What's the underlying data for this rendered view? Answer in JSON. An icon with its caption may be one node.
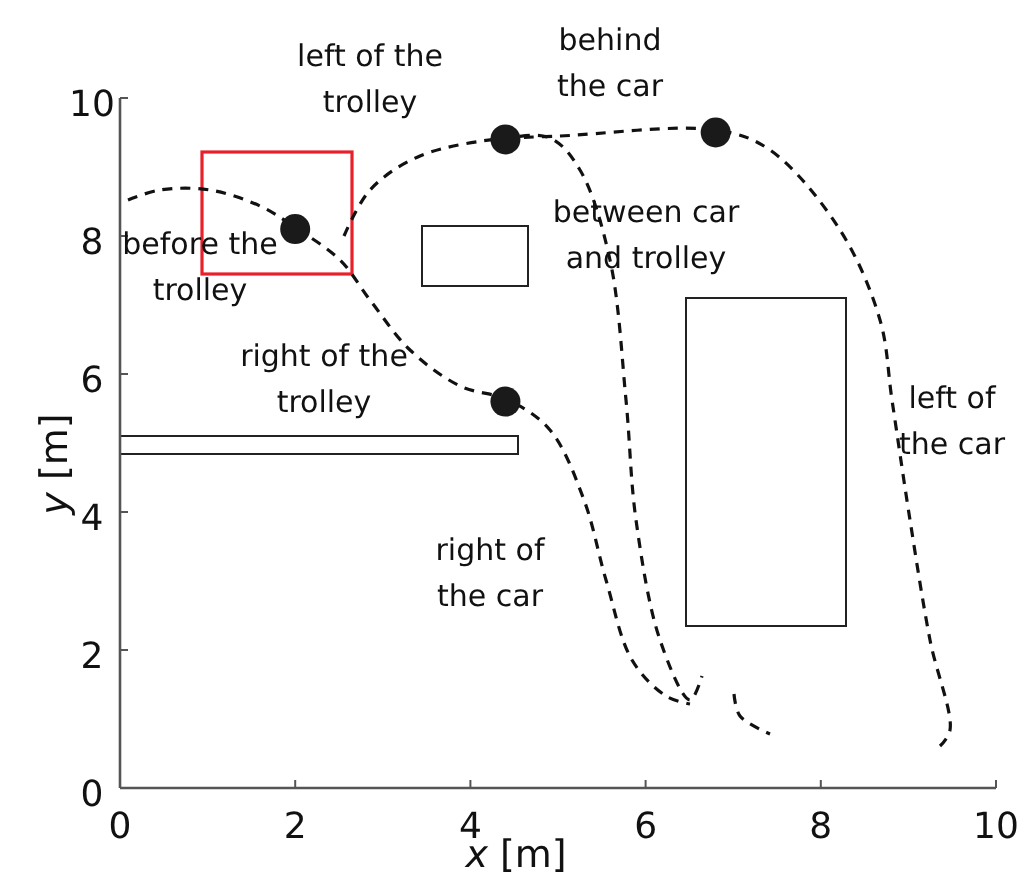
{
  "diagram": {
    "chart_data": {
      "type": "scatter",
      "xlabel": "*x* [m]",
      "ylabel": "*y* [m]",
      "x": [
        2.0,
        4.4,
        6.8,
        4.4
      ],
      "series": [
        {
          "color": "#1a1a1a",
          "values": [
            8.1,
            9.4,
            9.5,
            5.6
          ]
        }
      ],
      "xlim": [
        0,
        10
      ],
      "ylim": [
        0,
        10
      ],
      "xticks": [
        0,
        2,
        4,
        6,
        8,
        10
      ],
      "yticks": [
        0,
        2,
        4,
        6,
        8,
        10
      ],
      "annotations": [
        "left of the trolley",
        "behind the car",
        "before the trolley",
        "between car and trolley",
        "right of the trolley",
        "left of the car",
        "right of the car"
      ]
    }
  }
}
